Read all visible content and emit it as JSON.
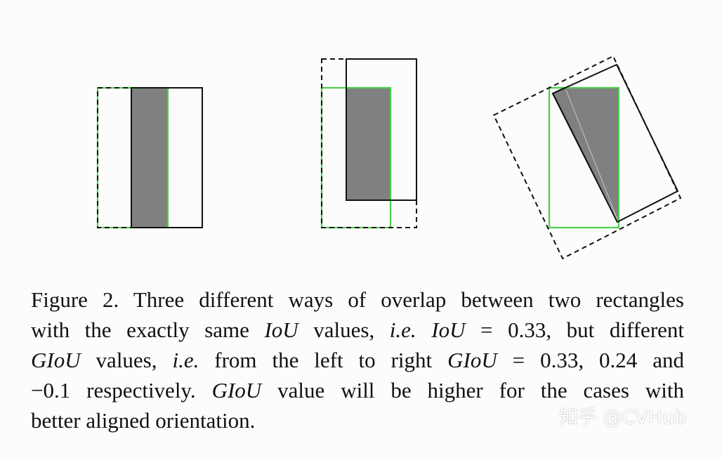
{
  "figure": {
    "caption_lines": [
      [
        "Figure 2. Three different ways of overlap between two rectangles"
      ],
      [
        "with the exactly same ",
        {
          "m": "IoU"
        },
        " values, ",
        {
          "m": "i.e."
        },
        " ",
        {
          "m": "IoU"
        },
        " = 0.33, but different"
      ],
      [
        {
          "m": "GIoU"
        },
        " values, ",
        {
          "m": "i.e."
        },
        " from the left to right ",
        {
          "m": "GIoU"
        },
        " = 0.33, 0.24 and"
      ],
      [
        "−0.1 respectively. ",
        {
          "m": "GIoU"
        },
        " value will be higher for the cases with"
      ],
      [
        "better aligned orientation."
      ]
    ],
    "panels": [
      {
        "name": "axis-aligned-same-size",
        "IoU": 0.33,
        "GIoU": 0.33
      },
      {
        "name": "axis-aligned-offset",
        "IoU": 0.33,
        "GIoU": 0.24
      },
      {
        "name": "rotated",
        "IoU": 0.33,
        "GIoU": -0.1
      }
    ]
  },
  "colors": {
    "green_box": "#4cd04c",
    "black_box": "#111111",
    "overlap_fill": "#808080",
    "background": "#fcfcfc"
  },
  "watermark": {
    "text": "知乎 @CVHub"
  }
}
